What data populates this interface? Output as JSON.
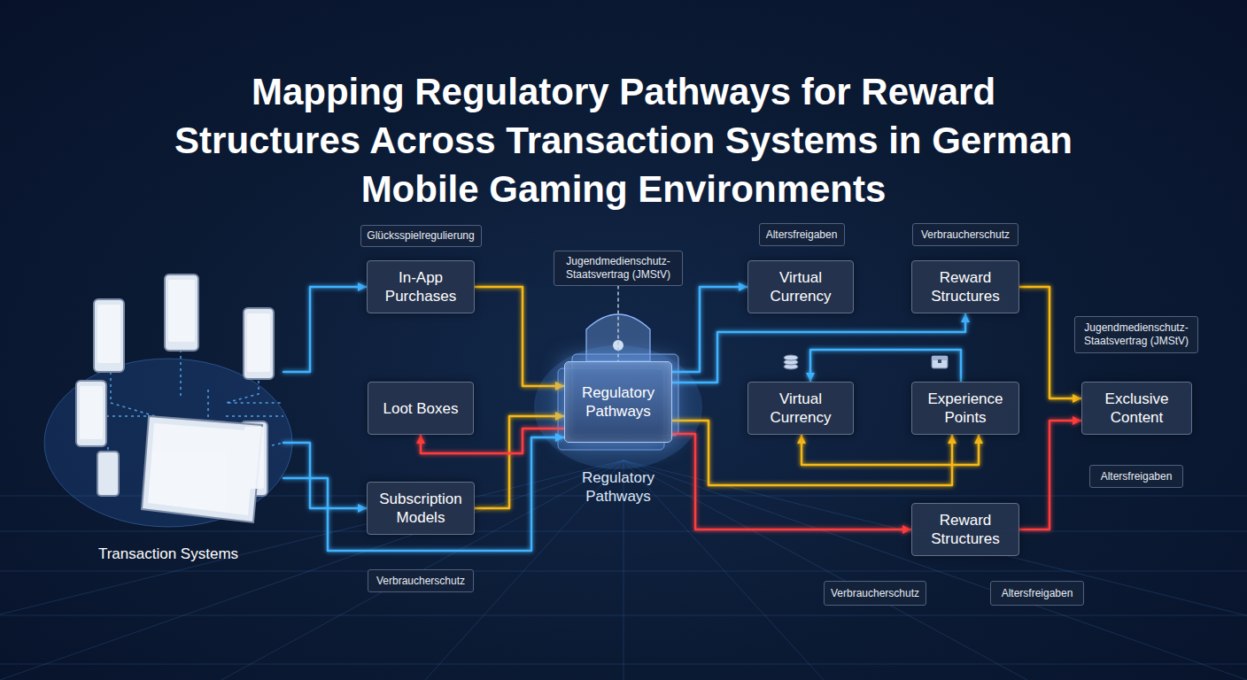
{
  "diagram": {
    "title": "Mapping Regulatory Pathways for Reward Structures Across Transaction Systems in German Mobile Gaming Environments",
    "nodes": [
      {
        "text": [
          "Transaction Systems"
        ]
      },
      {
        "text": [
          "Glücksspielregulierung"
        ]
      },
      {
        "text": [
          "In-App Purchases"
        ]
      },
      {
        "text": [
          "Loot Boxes"
        ]
      },
      {
        "text": [
          "Subscription Models"
        ]
      },
      {
        "text": [
          "Verbraucherschutz"
        ]
      },
      {
        "text": [
          "Jugendmedienschutz-Staatsvertrag (JMStV)"
        ]
      },
      {
        "text": [
          "Regulatory Pathways",
          "Regulatory Pathways"
        ]
      },
      {
        "text": [
          "Altersfreigaben"
        ]
      },
      {
        "text": [
          "Verbraucherschutz"
        ]
      },
      {
        "text": [
          "Virtual Currency"
        ]
      },
      {
        "text": [
          "Reward Structures"
        ]
      },
      {
        "text": [
          "Jugendmedienschutz-Staatsvertrag (JMStV)"
        ]
      },
      {
        "text": [
          "Virtual Currency"
        ]
      },
      {
        "text": [
          "Experience Points"
        ]
      },
      {
        "text": [
          "Exclusive Content"
        ]
      },
      {
        "text": [
          "Altersfreigaben"
        ]
      },
      {
        "text": [
          "Reward Structures"
        ]
      },
      {
        "text": [
          "Verbraucherschutz"
        ]
      },
      {
        "text": [
          "Altersfreigaben"
        ]
      }
    ],
    "edges": [
      {
        "from": 0,
        "to": 2,
        "arrow": "to"
      },
      {
        "from": 0,
        "to": 3,
        "arrow": "to"
      },
      {
        "from": 0,
        "to": 4,
        "arrow": "to"
      },
      {
        "from": 0,
        "to": 7,
        "arrow": "to"
      },
      {
        "from": 2,
        "to": 7,
        "arrow": "to"
      },
      {
        "from": 3,
        "to": 7,
        "arrow": "to"
      },
      {
        "from": 4,
        "to": 7,
        "arrow": "to"
      },
      {
        "from": 7,
        "to": 3,
        "arrow": "to"
      },
      {
        "from": 6,
        "to": 7,
        "arrow": "none"
      },
      {
        "from": 7,
        "to": 10,
        "arrow": "to"
      },
      {
        "from": 7,
        "to": 11,
        "arrow": "to"
      },
      {
        "from": 7,
        "to": 13,
        "arrow": "to"
      },
      {
        "from": 7,
        "to": 14,
        "arrow": "to"
      },
      {
        "from": 7,
        "to": 17,
        "arrow": "to"
      },
      {
        "from": 10,
        "to": 11,
        "arrow": "to"
      },
      {
        "from": 13,
        "to": 14,
        "arrow": "to"
      },
      {
        "from": 14,
        "to": 13,
        "arrow": "to"
      },
      {
        "from": 13,
        "to": 14,
        "arrow": "both"
      },
      {
        "from": 11,
        "to": 15,
        "arrow": "to"
      },
      {
        "from": 14,
        "to": 15,
        "arrow": "to"
      },
      {
        "from": 17,
        "to": 15,
        "arrow": "to"
      },
      {
        "from": 12,
        "to": 15,
        "arrow": "to"
      }
    ]
  }
}
